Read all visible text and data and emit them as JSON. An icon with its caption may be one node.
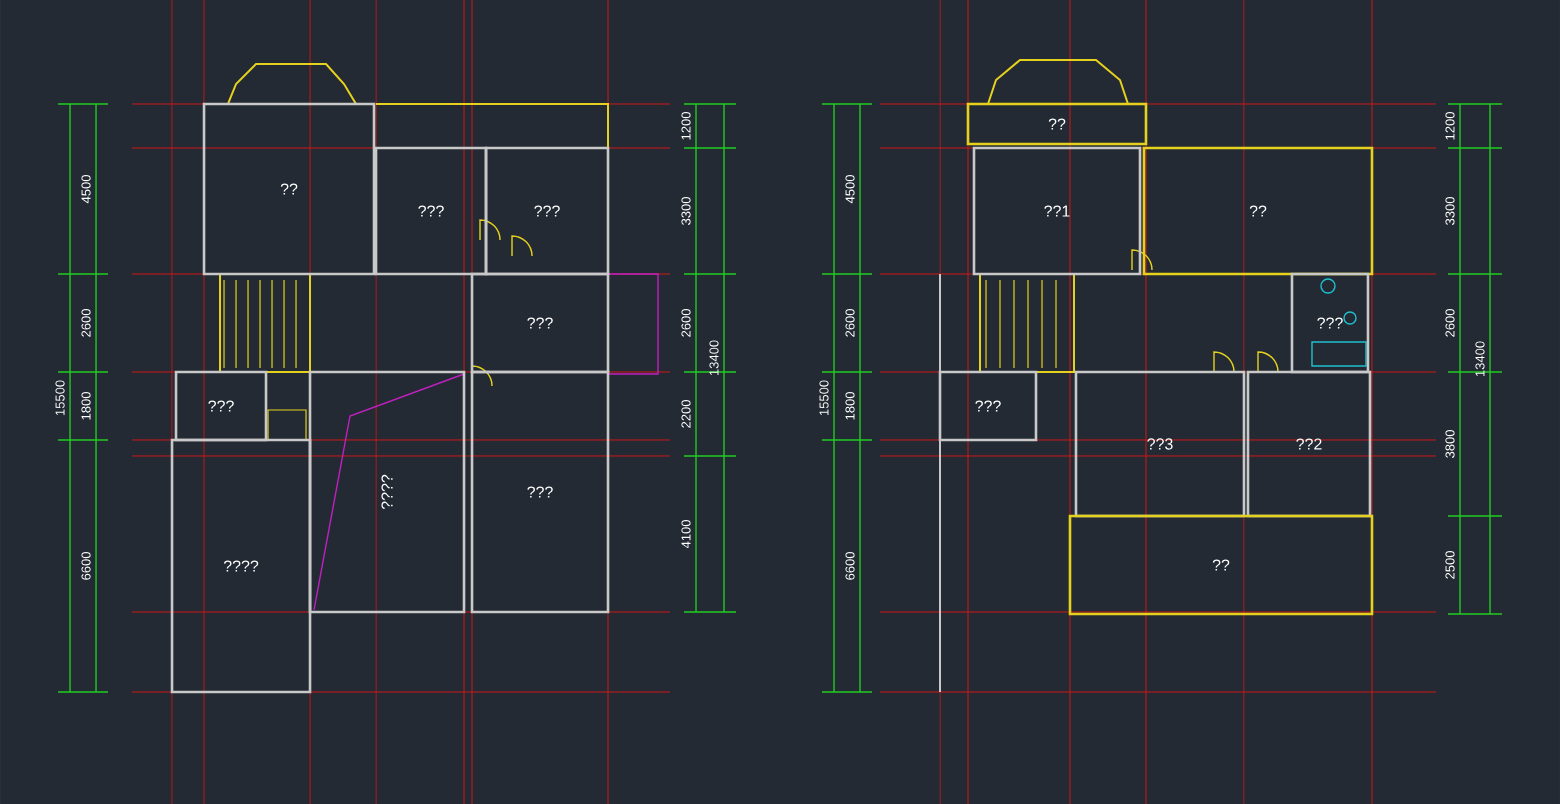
{
  "diagram": {
    "nodes": [
      {
        "text": [
          "??"
        ]
      },
      {
        "text": [
          "???"
        ]
      },
      {
        "text": [
          "???"
        ]
      },
      {
        "text": [
          "???"
        ]
      },
      {
        "text": [
          "???"
        ]
      },
      {
        "text": [
          "????"
        ]
      },
      {
        "text": [
          "????"
        ]
      },
      {
        "text": [
          "???"
        ]
      },
      {
        "text": [
          "??"
        ]
      },
      {
        "text": [
          "??1"
        ]
      },
      {
        "text": [
          "??"
        ]
      },
      {
        "text": [
          "???"
        ]
      },
      {
        "text": [
          "???"
        ]
      },
      {
        "text": [
          "??3"
        ]
      },
      {
        "text": [
          "??2"
        ]
      },
      {
        "text": [
          "??"
        ]
      }
    ],
    "labels": [
      "4500",
      "2600",
      "1800",
      "6600",
      "15500",
      "1200",
      "3300",
      "2600",
      "2200",
      "4100",
      "13400",
      "15500",
      "4500",
      "2600",
      "1800",
      "6600",
      "1200",
      "3300",
      "2600",
      "3800",
      "2500",
      "13400"
    ]
  }
}
